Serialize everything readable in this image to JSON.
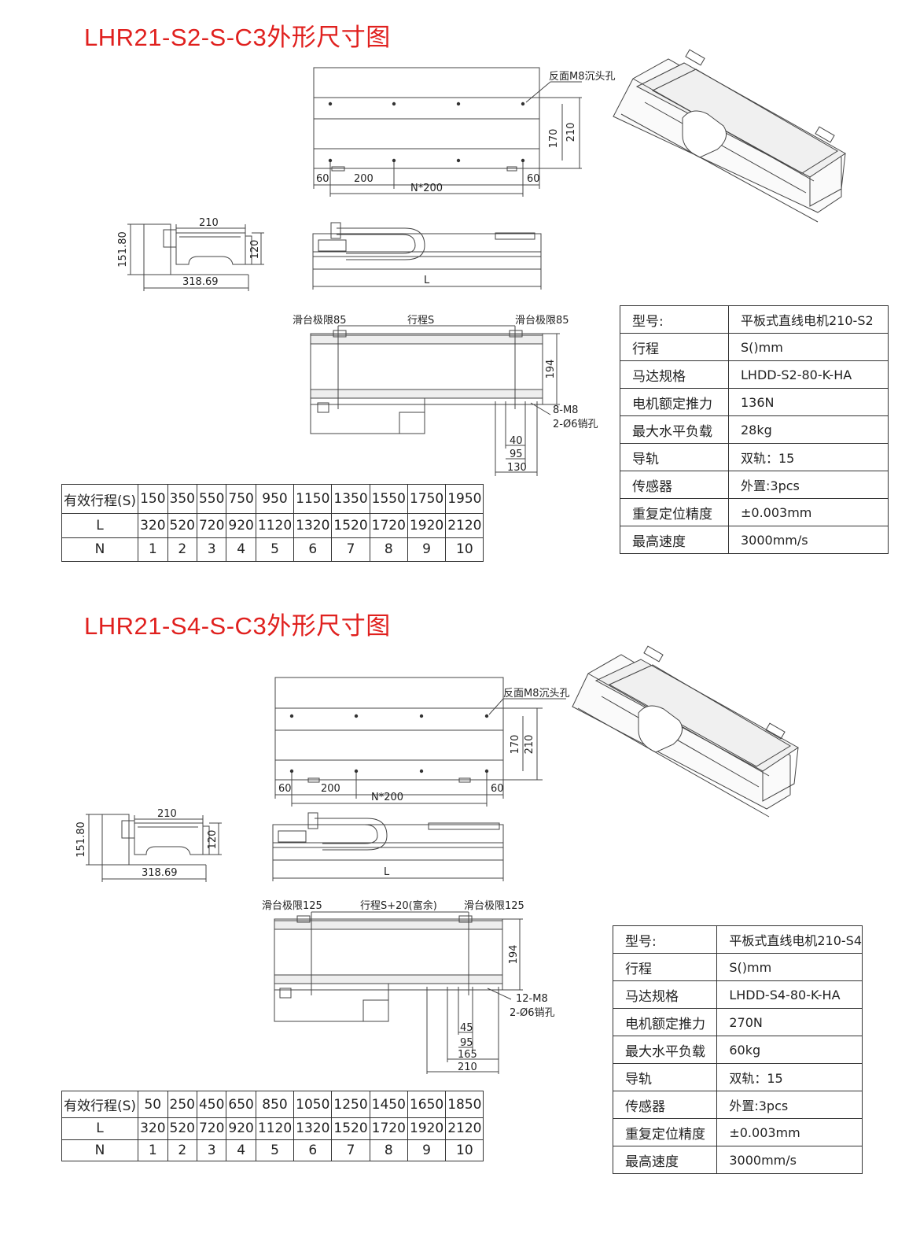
{
  "s2": {
    "title": "LHR21-S2-S-C3外形尺寸图",
    "top": {
      "hole_note": "反面M8沉头孔",
      "d60a": "60",
      "d200": "200",
      "dn200": "N*200",
      "d60b": "60",
      "d170": "170",
      "d210": "210"
    },
    "side": {
      "w210": "210",
      "h151": "151.80",
      "h120": "120",
      "w318": "318.69"
    },
    "front": {
      "L": "L"
    },
    "bottom": {
      "lim_left": "滑台极限85",
      "stroke": "行程S",
      "lim_right": "滑台极限85",
      "d194": "194",
      "m8": "8-M8",
      "pin": "2-Ø6销孔",
      "d40": "40",
      "d95": "95",
      "d130": "130"
    },
    "spec": [
      {
        "k": "型号:",
        "v": "平板式直线电机210-S2"
      },
      {
        "k": "行程",
        "v": "S()mm"
      },
      {
        "k": "马达规格",
        "v": "LHDD-S2-80-K-HA"
      },
      {
        "k": "电机额定推力",
        "v": "136N"
      },
      {
        "k": "最大水平负载",
        "v": "28kg"
      },
      {
        "k": "导轨",
        "v": "双轨：15"
      },
      {
        "k": "传感器",
        "v": "外置:3pcs"
      },
      {
        "k": "重复定位精度",
        "v": "±0.003mm"
      },
      {
        "k": "最高速度",
        "v": "3000mm/s"
      }
    ],
    "len_table": {
      "h_label": "有效行程(S)",
      "h": [
        "150",
        "350",
        "550",
        "750",
        "950",
        "1150",
        "1350",
        "1550",
        "1750",
        "1950"
      ],
      "l_label": "L",
      "l": [
        "320",
        "520",
        "720",
        "920",
        "1120",
        "1320",
        "1520",
        "1720",
        "1920",
        "2120"
      ],
      "n_label": "N",
      "n": [
        "1",
        "2",
        "3",
        "4",
        "5",
        "6",
        "7",
        "8",
        "9",
        "10"
      ]
    }
  },
  "s4": {
    "title": "LHR21-S4-S-C3外形尺寸图",
    "top": {
      "hole_note": "反面M8沉头孔",
      "d60a": "60",
      "d200": "200",
      "dn200": "N*200",
      "d60b": "60",
      "d170": "170",
      "d210": "210"
    },
    "side": {
      "w210": "210",
      "h151": "151.80",
      "h120": "120",
      "w318": "318.69"
    },
    "front": {
      "L": "L"
    },
    "bottom": {
      "lim_left": "滑台极限125",
      "stroke": "行程S+20(富余)",
      "lim_right": "滑台极限125",
      "d194": "194",
      "m8": "12-M8",
      "pin": "2-Ø6销孔",
      "d45": "45",
      "d95": "95",
      "d165": "165",
      "d210": "210"
    },
    "spec": [
      {
        "k": "型号:",
        "v": "平板式直线电机210-S4"
      },
      {
        "k": "行程",
        "v": "S()mm"
      },
      {
        "k": "马达规格",
        "v": "LHDD-S4-80-K-HA"
      },
      {
        "k": "电机额定推力",
        "v": "270N"
      },
      {
        "k": "最大水平负载",
        "v": "60kg"
      },
      {
        "k": "导轨",
        "v": "双轨：15"
      },
      {
        "k": "传感器",
        "v": "外置:3pcs"
      },
      {
        "k": "重复定位精度",
        "v": "±0.003mm"
      },
      {
        "k": "最高速度",
        "v": "3000mm/s"
      }
    ],
    "len_table": {
      "h_label": "有效行程(S)",
      "h": [
        "50",
        "250",
        "450",
        "650",
        "850",
        "1050",
        "1250",
        "1450",
        "1650",
        "1850"
      ],
      "l_label": "L",
      "l": [
        "320",
        "520",
        "720",
        "920",
        "1120",
        "1320",
        "1520",
        "1720",
        "1920",
        "2120"
      ],
      "n_label": "N",
      "n": [
        "1",
        "2",
        "3",
        "4",
        "5",
        "6",
        "7",
        "8",
        "9",
        "10"
      ]
    }
  }
}
